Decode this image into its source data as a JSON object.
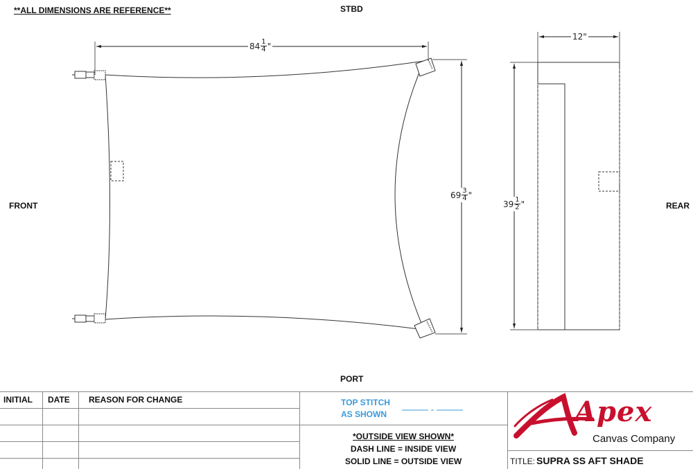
{
  "drawing": {
    "reference_note": "**ALL DIMENSIONS ARE REFERENCE**",
    "labels": {
      "top": "STBD",
      "bottom": "PORT",
      "left": "FRONT",
      "right": "REAR"
    },
    "dimensions": {
      "length": {
        "whole": "84",
        "num": "1",
        "den": "4",
        "unit": "\""
      },
      "width": {
        "whole": "69",
        "num": "3",
        "den": "4",
        "unit": "\""
      },
      "side_height": {
        "whole": "39",
        "num": "1",
        "den": "2",
        "unit": "\""
      },
      "side_depth": {
        "text": "12\""
      }
    }
  },
  "title_block": {
    "revision_headers": [
      "INITIAL",
      "DATE",
      "REASON FOR CHANGE"
    ],
    "stitch_note": [
      "TOP STITCH",
      "AS SHOWN"
    ],
    "view_notes": [
      "*OUTSIDE VIEW SHOWN*",
      "DASH LINE = INSIDE VIEW",
      "SOLID LINE = OUTSIDE VIEW"
    ],
    "logo": {
      "brand": "Apex",
      "sub": "Canvas Company"
    },
    "title_label": "TITLE:",
    "title_value": "SUPRA SS AFT SHADE",
    "colors": {
      "logo_red": "#c8102e",
      "note_blue": "#3a9ad9"
    }
  }
}
